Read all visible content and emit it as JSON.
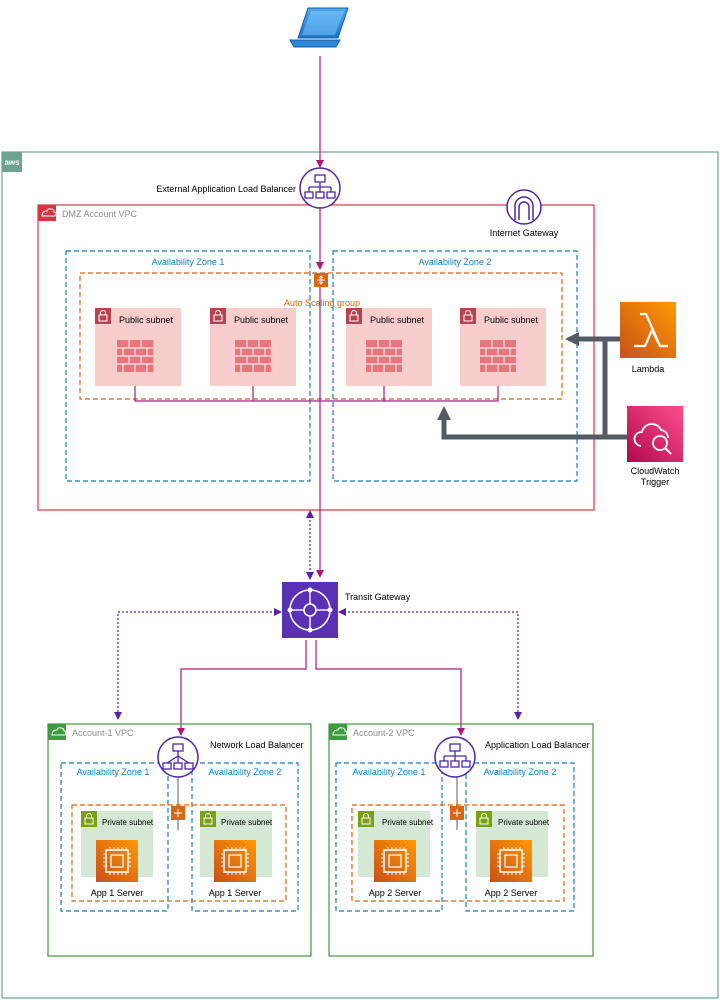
{
  "aws_cloud": {
    "badge": "aws"
  },
  "top": {
    "laptop_icon": "laptop-icon"
  },
  "external_alb": {
    "label": "External Application Load Balancer"
  },
  "dmz_vpc": {
    "label": "DMZ Account VPC",
    "internet_gateway": "Internet Gateway",
    "az1": "Availability Zone 1",
    "az2": "Availability Zone 2",
    "asg": "Auto Scaling group",
    "subnets": [
      "Public subnet",
      "Public subnet",
      "Public subnet",
      "Public subnet"
    ]
  },
  "lambda": {
    "label": "Lambda"
  },
  "cloudwatch": {
    "label_line1": "CloudWatch",
    "label_line2": "Trigger"
  },
  "transit_gateway": {
    "label": "Transit Gateway"
  },
  "account1": {
    "label": "Account-1 VPC",
    "lb": "Network Load Balancer",
    "az1": "Availability Zone 1",
    "az2": "Availability Zone 2",
    "subnet_left": "Private subnet",
    "subnet_right": "Private subnet",
    "server_left": "App 1 Server",
    "server_right": "App 1 Server"
  },
  "account2": {
    "label": "Account-2 VPC",
    "lb": "Application Load Balancer",
    "az1": "Availability Zone 1",
    "az2": "Availability Zone 2",
    "subnet_left": "Private subnet",
    "subnet_right": "Private subnet",
    "server_left": "App 2 Server",
    "server_right": "App 2 Server"
  },
  "colors": {
    "flow": "#b0177d",
    "dotted": "#5a1fa8",
    "thick": "#545b64",
    "dmz_border": "#dd3444",
    "vpc_green": "#3f9b3f",
    "aws_border": "#6ca391",
    "az_blue": "#147eba",
    "asg_orange": "#d86613",
    "elb_purple": "#4d27aa",
    "lambda_orange": "#f08a1d",
    "cloudwatch_pink": "#e7157b"
  }
}
